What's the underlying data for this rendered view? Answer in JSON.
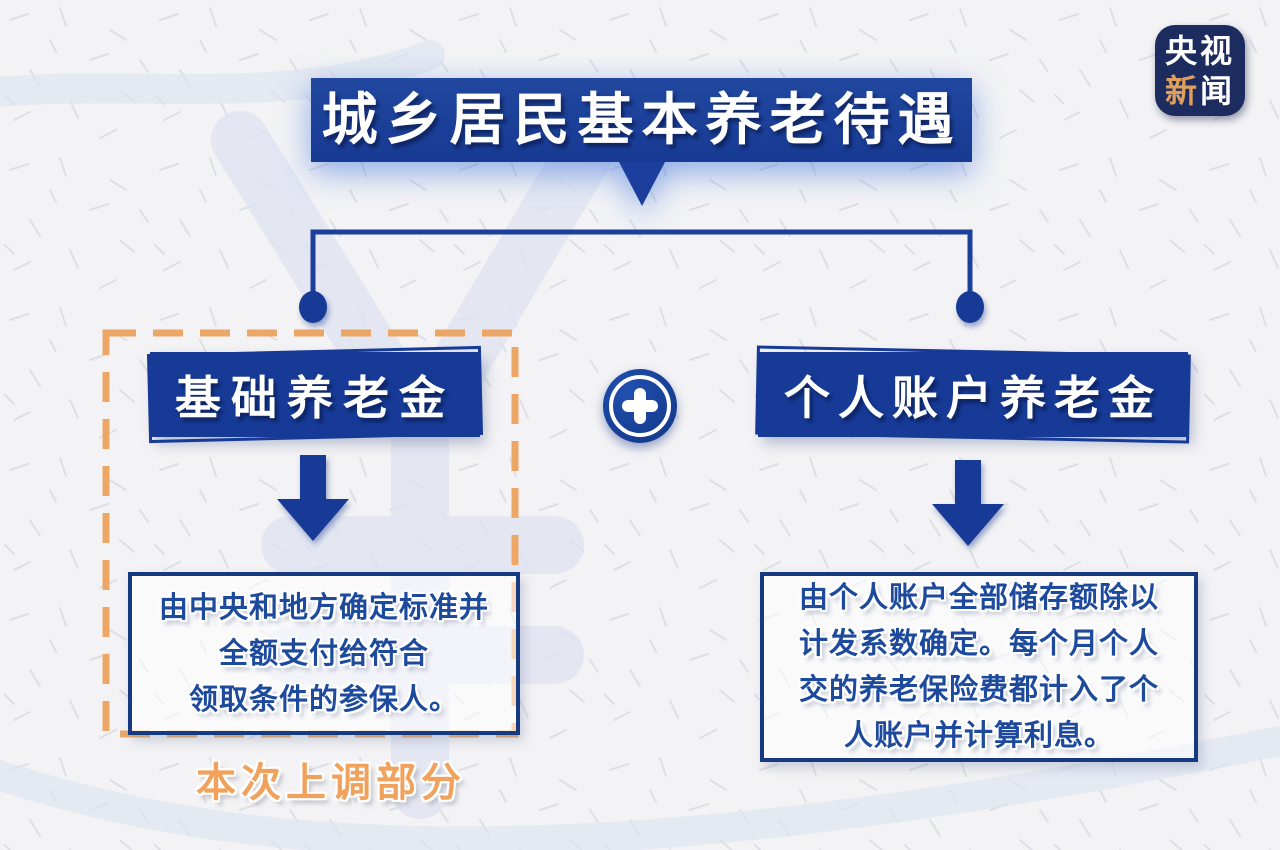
{
  "title": {
    "text": "城乡居民基本养老待遇"
  },
  "logo": {
    "top": "央视",
    "bottom_accent": "新",
    "bottom_rest": "闻"
  },
  "nodes": {
    "left": {
      "heading": "基础养老金",
      "description": [
        "由中央和地方确定标准并",
        "全额支付给符合",
        "领取条件的参保人。"
      ],
      "note": "本次上调部分"
    },
    "right": {
      "heading": "个人账户养老金",
      "description": [
        "由个人账户全部储存额除以",
        "计发系数确定。每个月个人",
        "交的养老保险费都计入了个",
        "人账户并计算利息。"
      ]
    }
  },
  "icons": {
    "plus": "plus-icon",
    "left_arrow": "down-arrow-icon",
    "right_arrow": "down-arrow-icon"
  },
  "colors": {
    "page_bg": "#f3f3f5",
    "blue_fill": "#163a96",
    "banner_blue": "#1c3f9e",
    "line_blue": "#1b3f9a",
    "desc_border": "#153a80",
    "desc_text": "#1d4a9c",
    "dash_orange": "#eca767",
    "note_orange": "#f0a25c",
    "logo_bg": "#1d2c5f",
    "logo_accent": "#dfa05e",
    "watermark": "#dfe4f1"
  }
}
